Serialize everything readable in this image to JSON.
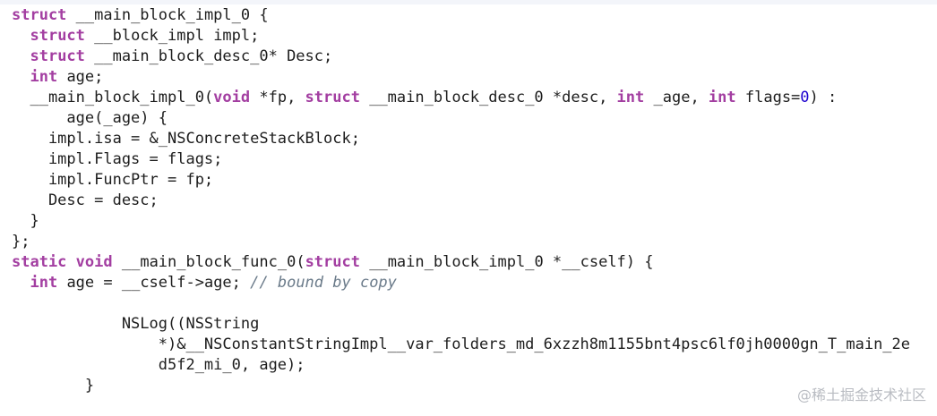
{
  "code_lines": [
    [
      {
        "t": "kw",
        "v": "struct"
      },
      {
        "t": "p",
        "v": " __main_block_impl_0 {"
      }
    ],
    [
      {
        "t": "p",
        "v": "  "
      },
      {
        "t": "kw",
        "v": "struct"
      },
      {
        "t": "p",
        "v": " __block_impl impl;"
      }
    ],
    [
      {
        "t": "p",
        "v": "  "
      },
      {
        "t": "kw",
        "v": "struct"
      },
      {
        "t": "p",
        "v": " __main_block_desc_0* Desc;"
      }
    ],
    [
      {
        "t": "p",
        "v": "  "
      },
      {
        "t": "kw",
        "v": "int"
      },
      {
        "t": "p",
        "v": " age;"
      }
    ],
    [
      {
        "t": "p",
        "v": "  __main_block_impl_0("
      },
      {
        "t": "kw",
        "v": "void"
      },
      {
        "t": "p",
        "v": " *fp, "
      },
      {
        "t": "kw",
        "v": "struct"
      },
      {
        "t": "p",
        "v": " __main_block_desc_0 *desc, "
      },
      {
        "t": "kw",
        "v": "int"
      },
      {
        "t": "p",
        "v": " _age, "
      },
      {
        "t": "kw",
        "v": "int"
      },
      {
        "t": "p",
        "v": " flags="
      },
      {
        "t": "num",
        "v": "0"
      },
      {
        "t": "p",
        "v": ") :"
      }
    ],
    [
      {
        "t": "p",
        "v": "      age(_age) {"
      }
    ],
    [
      {
        "t": "p",
        "v": "    impl.isa = &_NSConcreteStackBlock;"
      }
    ],
    [
      {
        "t": "p",
        "v": "    impl.Flags = flags;"
      }
    ],
    [
      {
        "t": "p",
        "v": "    impl.FuncPtr = fp;"
      }
    ],
    [
      {
        "t": "p",
        "v": "    Desc = desc;"
      }
    ],
    [
      {
        "t": "p",
        "v": "  }"
      }
    ],
    [
      {
        "t": "p",
        "v": "};"
      }
    ],
    [
      {
        "t": "kw",
        "v": "static"
      },
      {
        "t": "p",
        "v": " "
      },
      {
        "t": "kw",
        "v": "void"
      },
      {
        "t": "p",
        "v": " __main_block_func_0("
      },
      {
        "t": "kw",
        "v": "struct"
      },
      {
        "t": "p",
        "v": " __main_block_impl_0 *__cself) {"
      }
    ],
    [
      {
        "t": "p",
        "v": "  "
      },
      {
        "t": "kw",
        "v": "int"
      },
      {
        "t": "p",
        "v": " age = __cself->age; "
      },
      {
        "t": "cm",
        "v": "// bound by copy"
      }
    ],
    [
      {
        "t": "p",
        "v": ""
      }
    ],
    [
      {
        "t": "p",
        "v": "            NSLog((NSString"
      }
    ],
    [
      {
        "t": "p",
        "v": "                *)&__NSConstantStringImpl__var_folders_md_6xzzh8m1155bnt4psc6lf0jh0000gn_T_main_2e"
      }
    ],
    [
      {
        "t": "p",
        "v": "                d5f2_mi_0, age);"
      }
    ],
    [
      {
        "t": "p",
        "v": "        }"
      }
    ]
  ],
  "watermark": "@稀土掘金技术社区"
}
